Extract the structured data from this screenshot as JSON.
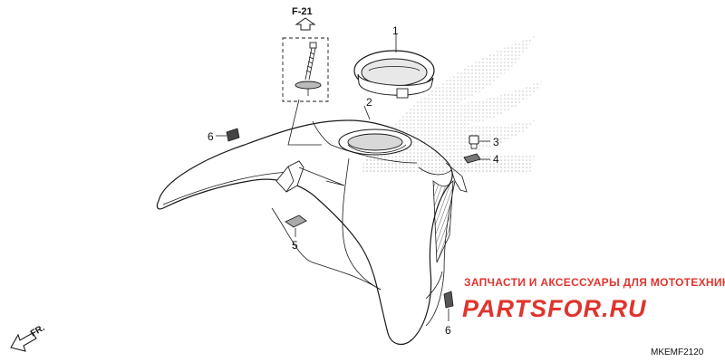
{
  "diagram": {
    "ref_label": "F-21",
    "callouts": [
      {
        "id": "1",
        "label": "1"
      },
      {
        "id": "2",
        "label": "2"
      },
      {
        "id": "3",
        "label": "3"
      },
      {
        "id": "4",
        "label": "4"
      },
      {
        "id": "5",
        "label": "5"
      },
      {
        "id": "6a",
        "label": "6"
      },
      {
        "id": "6b",
        "label": "6"
      }
    ],
    "direction_label": "FR.",
    "part_code": "MKEMF2120"
  },
  "watermark": {
    "tagline": "ЗАПЧАСТИ И АКСЕССУАРЫ ДЛЯ МОТОТЕХНИКИ",
    "site": "PARTSFOR.RU",
    "brand_color": "#e0342e"
  }
}
